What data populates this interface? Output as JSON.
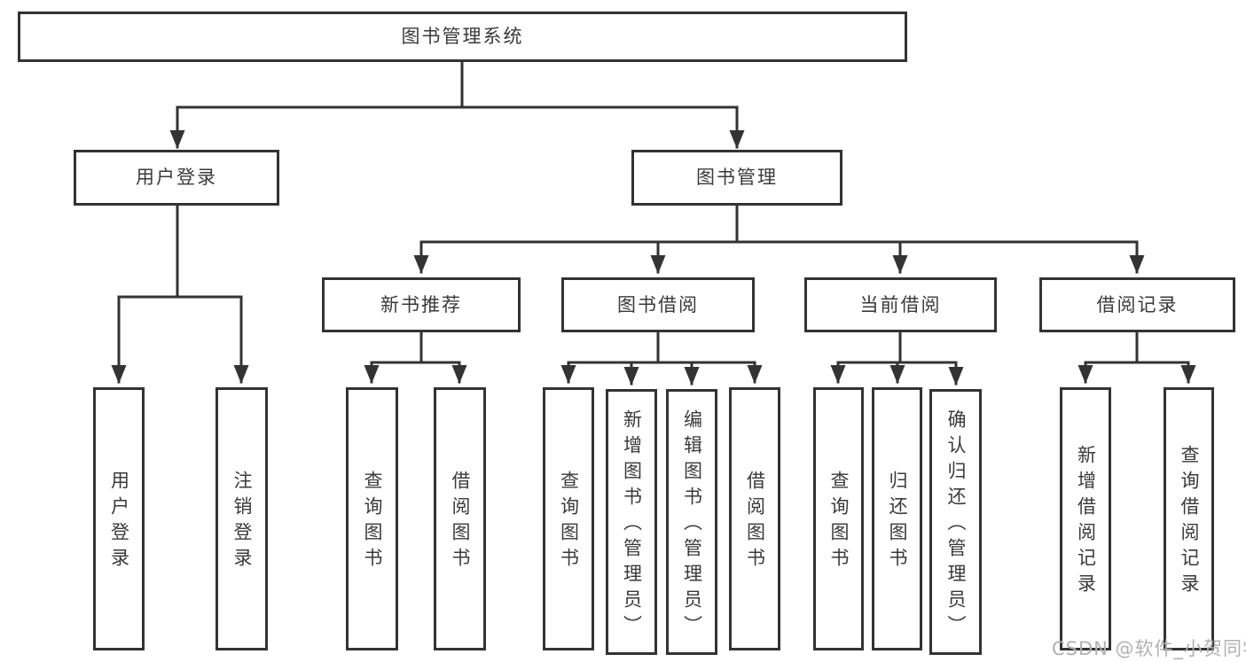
{
  "diagram": {
    "root": {
      "label": "图书管理系统"
    },
    "level1": [
      {
        "label": "用户登录",
        "children": [
          {
            "label": "用户登录"
          },
          {
            "label": "注销登录"
          }
        ]
      },
      {
        "label": "图书管理",
        "children": [
          {
            "label": "新书推荐",
            "children": [
              {
                "label": "查询图书"
              },
              {
                "label": "借阅图书"
              }
            ]
          },
          {
            "label": "图书借阅",
            "children": [
              {
                "label": "查询图书"
              },
              {
                "label": "新增图书（管理员）"
              },
              {
                "label": "编辑图书（管理员）"
              },
              {
                "label": "借阅图书"
              }
            ]
          },
          {
            "label": "当前借阅",
            "children": [
              {
                "label": "查询图书"
              },
              {
                "label": "归还图书"
              },
              {
                "label": "确认归还（管理员）"
              }
            ]
          },
          {
            "label": "借阅记录",
            "children": [
              {
                "label": "新增借阅记录"
              },
              {
                "label": "查询借阅记录"
              }
            ]
          }
        ]
      }
    ]
  },
  "watermark": {
    "text": "CSDN @软件_小贺同学"
  },
  "colors": {
    "line": "#333333",
    "text": "#3a3a3a",
    "watermark": "#b1b1b1",
    "background": "#ffffff"
  }
}
